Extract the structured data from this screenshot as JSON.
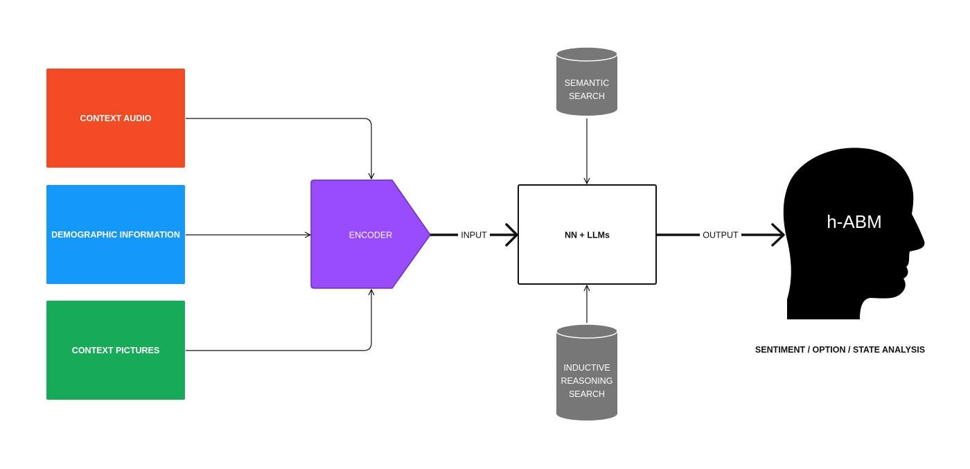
{
  "colors": {
    "context_audio": "#f24a22",
    "demographic": "#1499fb",
    "context_pictures": "#17ab59",
    "encoder": "#984cfe",
    "encoder_border": "#6a2bc4",
    "database": "#777777",
    "head": "#000000",
    "connector": "#111111"
  },
  "inputs": {
    "context_audio": "CONTEXT AUDIO",
    "demographic": "DEMOGRAPHIC INFORMATION",
    "context_pictures": "CONTEXT PICTURES"
  },
  "encoder": {
    "label": "ENCODER"
  },
  "edges": {
    "input_label": "INPUT",
    "output_label": "OUTPUT"
  },
  "model": {
    "label": "NN + LLMs"
  },
  "databases": {
    "top": [
      "SEMANTIC",
      "SEARCH"
    ],
    "bottom": [
      "INDUCTIVE",
      "REASONING",
      "SEARCH"
    ]
  },
  "agent": {
    "label": "h-ABM",
    "icon": "human-head-silhouette-icon",
    "caption": "SENTIMENT / OPTION / STATE ANALYSIS"
  }
}
